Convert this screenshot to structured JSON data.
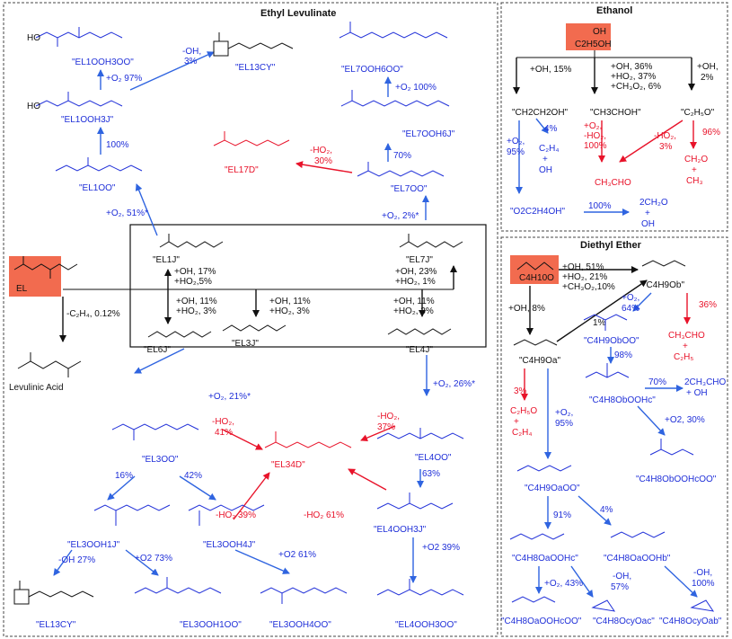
{
  "panels": {
    "ethyl_levulinate": {
      "title": "Ethyl Levulinate"
    },
    "ethanol": {
      "title": "Ethanol"
    },
    "diethyl_ether": {
      "title": "Diethyl Ether"
    }
  },
  "colors": {
    "blue": "#1f2fd8",
    "red": "#e8132a",
    "black": "#111111",
    "fuel_box": "#f26b4f"
  },
  "fuels": {
    "el": "EL",
    "ethanol_top": "OH",
    "ethanol_bottom": "C2H5OH",
    "dee_bottom": "C4H10O"
  },
  "el_species": {
    "el1j": "\"EL1J\"",
    "el7j": "\"EL7J\"",
    "el6j": "\"EL6J\"",
    "el3j": "\"EL3J\"",
    "el4j": "\"EL4J\"",
    "el1oo": "\"EL1OO\"",
    "el1ooh3j": "\"EL1OOH3J\"",
    "el1ooh3oo": "\"EL1OOH3OO\"",
    "el13cy_top": "\"EL13CY\"",
    "el7oo": "\"EL7OO\"",
    "el7ooh6j": "\"EL7OOH6J\"",
    "el7ooh6oo": "\"EL7OOH6OO\"",
    "el17d": "\"EL17D\"",
    "levulinic": "Levulinic Acid",
    "el3oo": "\"EL3OO\"",
    "el4oo": "\"EL4OO\"",
    "el34d": "\"EL34D\"",
    "el3ooh1j": "\"EL3OOH1J\"",
    "el3ooh4j": "\"EL3OOH4J\"",
    "el4ooh3j": "\"EL4OOH3J\"",
    "el13cy_bot": "\"EL13CY\"",
    "el3ooh1oo": "\"EL3OOH1OO\"",
    "el3ooh4oo": "\"EL3OOH4OO\"",
    "el4ooh3oo": "\"EL4OOH3OO\""
  },
  "el_labels": {
    "o2_97": "+O₂ 97%",
    "oh_3": "-OH,",
    "oh_3b": "3%",
    "p100a": "100%",
    "o2_51": "+O₂, 51%*",
    "o2_100": "+O₂ 100%",
    "p70": "70%",
    "ho2_30a": "-HO₂,",
    "ho2_30b": "30%",
    "o2_2": "+O₂, 2%*",
    "oh17_a": "+OH, 17%",
    "oh17_b": "+HO₂,5%",
    "oh23_a": "+OH, 23%",
    "oh23_b": "+HO₂, 1%",
    "oh11a_a": "+OH, 11%",
    "oh11a_b": "+HO₂, 3%",
    "oh11b_a": "+OH, 11%",
    "oh11b_b": "+HO₂, 3%",
    "oh11c_a": "+OH, 11%",
    "oh11c_b": "+HO₂, 3%",
    "c2h4": "-C₂H₄, 0.12%",
    "o2_21": "+O₂, 21%*",
    "o2_26": "+O₂, 26%*",
    "ho2_41a": "-HO₂,",
    "ho2_41b": "41%",
    "ho2_37a": "-HO₂,",
    "ho2_37b": "37%",
    "p16": "16%",
    "p42": "42%",
    "p63": "63%",
    "ho2_39": "-HO₂ 39%",
    "ho2_61": "-HO₂ 61%",
    "oh27": "-OH 27%",
    "o2_73": "+O2 73%",
    "o2_61": "+O2 61%",
    "o2_39": "+O2 39%"
  },
  "eth": {
    "oh15": "+OH, 15%",
    "oh36": "+OH, 36%",
    "ho2_37": "+HO₂, 37%",
    "ch3o2_6": "+CH₃O₂, 6%",
    "oh2a": "+OH,",
    "oh2b": "2%",
    "ch2ch2oh": "\"CH2CH2OH\"",
    "ch3choh": "\"CH3CHOH\"",
    "c2h5o": "\"C₂H₅O\"",
    "p4": "4%",
    "c2h4": "C₂H₄",
    "plus1": "+",
    "oh_prod": "OH",
    "o2_95a": "+O₂,",
    "o2_95b": "95%",
    "r_o2": "+O₂,",
    "r_ho2": "-HO₂,",
    "r_100": "100%",
    "r2_ho2": "-HO₂,",
    "r2_3": "3%",
    "p96": "96%",
    "ch3cho": "CH₃CHO",
    "ch2o": "CH₂O",
    "plus2": "+",
    "ch3": "CH₃",
    "o2c2h4oh": "\"O2C2H4OH\"",
    "p100": "100%",
    "ch2o2": "2CH₂O",
    "plus3": "+",
    "oh2": "OH"
  },
  "dee": {
    "oh51": "+OH, 51%",
    "ho2_21": "+HO₂, 21%",
    "ch3o2_10": "+CH₃O₂,10%",
    "oh8": "+OH, 8%",
    "p1": "1%",
    "c4h9ob": "\"C4H9Ob\"",
    "c4h9oa": "\"C4H9Oa\"",
    "o2_64a": "+O₂,",
    "o2_64b": "64%",
    "p36": "36%",
    "ch3cho": "CH₃CHO",
    "plus1": "+",
    "c2h5": "C₂H₅",
    "c4h9oboo": "\"C4H9ObOO\"",
    "p98": "98%",
    "c4h8obooh": "\"C4H8ObOOHc\"",
    "p70": "70%",
    "ch3cho2": "2CH₃CHO",
    "plusoh": "+ OH",
    "o2_30": "+O2, 30%",
    "c4h8oboohcoo": "\"C4H8ObOOHcOO\"",
    "p3": "3%",
    "c2h5o": "C₂H₅O",
    "plus2": "+",
    "c2h4": "C₂H₄",
    "o2_95a": "+O₂,",
    "o2_95b": "95%",
    "c4h9aoo": "\"C4H9OaOO\"",
    "p91": "91%",
    "p4": "4%",
    "c4h8oaoohc": "\"C4H8OaOOHc\"",
    "c4h8oaoohb": "\"C4H8OaOOHb\"",
    "o2_43": "+O₂, 43%",
    "oh57a": "-OH,",
    "oh57b": "57%",
    "oh100a": "-OH,",
    "oh100b": "100%",
    "c4h8oaoohcoo": "\"C4H8OaOOHcOO\"",
    "c4h8ocyoac": "\"C4H8OcyOac\"",
    "c4h8ocyoab": "\"C4H8OcyOab\""
  }
}
